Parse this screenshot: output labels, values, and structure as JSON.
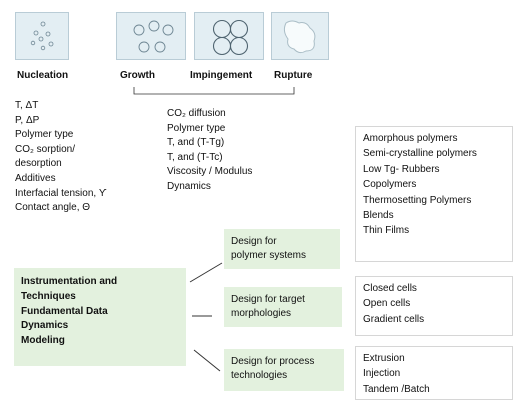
{
  "stages": [
    {
      "label": "Nucleation"
    },
    {
      "label": "Growth"
    },
    {
      "label": "Impingement"
    },
    {
      "label": "Rupture"
    }
  ],
  "nucleation_factors": [
    "T, ΔT",
    "P, ΔP",
    "Polymer type",
    "CO₂ sorption/",
    "desorption",
    "Additives",
    "Interfacial tension, ϒ",
    "Contact angle, Θ"
  ],
  "growth_factors": [
    "CO₂ diffusion",
    "Polymer type",
    "T, and (T-Tg)",
    "T, and (T-Tc)",
    "Viscosity / Modulus",
    "Dynamics"
  ],
  "tools_box": [
    "Instrumentation and",
    "Techniques",
    "Fundamental Data",
    "Dynamics",
    "Modeling"
  ],
  "design_boxes": [
    {
      "line1": "Design for",
      "line2": "polymer systems"
    },
    {
      "line1": "Design for target",
      "line2": "morphologies"
    },
    {
      "line1": "Design for process",
      "line2": "technologies"
    }
  ],
  "polymer_systems": [
    "Amorphous polymers",
    "Semi-crystalline polymers",
    "Low Tg- Rubbers",
    "Copolymers",
    "Thermosetting Polymers",
    "Blends",
    "Thin Films"
  ],
  "morphologies": [
    "Closed cells",
    "Open  cells",
    "Gradient cells"
  ],
  "process_technologies": [
    "Extrusion",
    "Injection",
    "Tandem /Batch"
  ],
  "colors": {
    "stage_fill": "#e3eef3",
    "stage_border": "#b9ccd6",
    "design_fill": "#e3f1de",
    "line": "#333333"
  }
}
